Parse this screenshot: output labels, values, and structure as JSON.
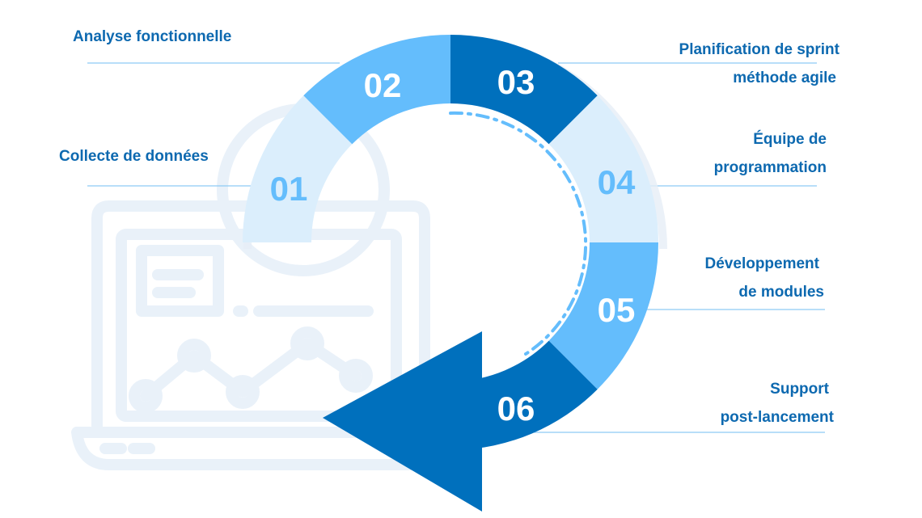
{
  "colors": {
    "segment_light": "#dbeefc",
    "segment_mid": "#64bdfc",
    "segment_dark": "#0070bd",
    "number_on_light": "#64bdfc",
    "number_on_dark": "#ffffff",
    "label_text": "#0d69b0",
    "leader_line": "#8ecbf5",
    "background_icon": "#e9f1f9"
  },
  "steps": [
    {
      "number": "01",
      "lines": [
        "Collecte de données"
      ]
    },
    {
      "number": "02",
      "lines": [
        "Analyse fonctionnelle"
      ]
    },
    {
      "number": "03",
      "lines": [
        "Planification de sprint",
        "méthode agile"
      ]
    },
    {
      "number": "04",
      "lines": [
        "Équipe de",
        "programmation"
      ]
    },
    {
      "number": "05",
      "lines": [
        "Développement",
        "de modules"
      ]
    },
    {
      "number": "06",
      "lines": [
        "Support",
        "post-lancement"
      ]
    }
  ],
  "background_icon_name": "laptop-analytics-icon"
}
